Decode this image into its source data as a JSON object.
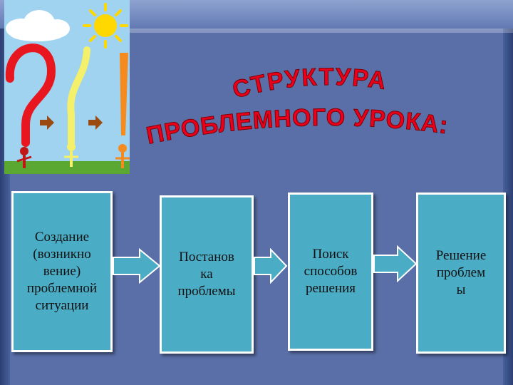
{
  "title": {
    "line1": "СТРУКТУРА",
    "line2": "ПРОБЛЕМНОГО УРОКА:"
  },
  "colors": {
    "background": "#5a6fa8",
    "box_fill": "#4bacc6",
    "box_border": "#ffffff",
    "title_fill": "#e8001c",
    "arrow_fill": "#4bacc6"
  },
  "diagram": {
    "type": "flow",
    "steps": [
      {
        "label": "Создание\n(возникно\nвение)\nпроблемной\nситуации"
      },
      {
        "label": "Постанов\nка\nпроблемы"
      },
      {
        "label": "Поиск\nспособов\nрешения"
      },
      {
        "label": "Решение\nпроблем\nы"
      }
    ],
    "connectors": [
      "arrow-right",
      "arrow-right",
      "arrow-right"
    ]
  },
  "illustration": {
    "icons": [
      "cloud-icon",
      "sun-icon",
      "question-mark-icon",
      "exclamation-mark-icon",
      "person-icon"
    ]
  }
}
